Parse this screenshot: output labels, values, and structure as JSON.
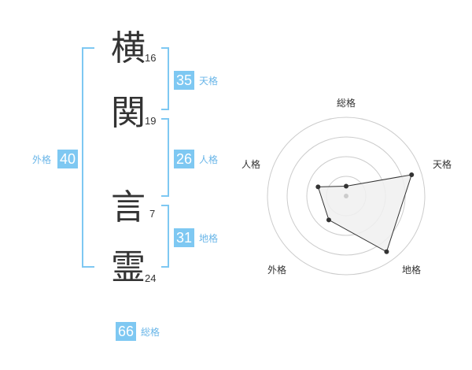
{
  "characters": [
    {
      "char": "横",
      "strokes": "16"
    },
    {
      "char": "関",
      "strokes": "19"
    },
    {
      "char": "言",
      "strokes": "7"
    },
    {
      "char": "霊",
      "strokes": "24"
    }
  ],
  "fortunes": {
    "tenkaku": {
      "value": "35",
      "label": "天格"
    },
    "jinkaku": {
      "value": "26",
      "label": "人格"
    },
    "chikaku": {
      "value": "31",
      "label": "地格"
    },
    "gaikaku": {
      "value": "40",
      "label": "外格"
    },
    "soukaku": {
      "value": "66",
      "label": "総格"
    }
  },
  "chart_data": {
    "type": "radar",
    "axes": [
      "総格",
      "天格",
      "地格",
      "外格",
      "人格"
    ],
    "values": [
      1,
      4,
      4,
      2,
      2
    ],
    "range": [
      0,
      4
    ],
    "rings": 4,
    "colors": {
      "fill": "#f0f0f0",
      "line": "#333333",
      "grid": "#cccccc",
      "center": "#cccccc"
    }
  }
}
